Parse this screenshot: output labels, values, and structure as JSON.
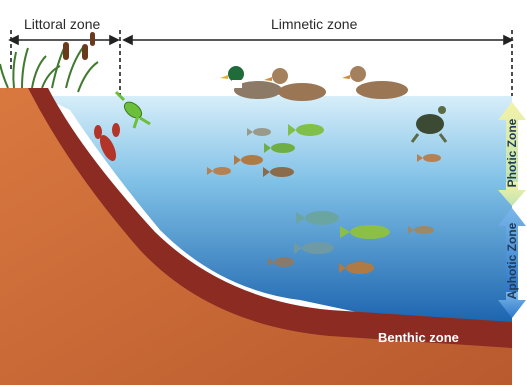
{
  "labels": {
    "littoral": "Littoral zone",
    "limnetic": "Limnetic zone",
    "photic": "Photic Zone",
    "aphotic": "Aphotic Zone",
    "benthic": "Benthic zone"
  },
  "colors": {
    "water_top": "#cfe9f7",
    "water_bottom": "#0e5aa8",
    "soil": "#c86b3a",
    "benthic_band": "#8a2a22",
    "photic_arrow": "#e8e48a",
    "aphotic_arrow": "#4a8fd8"
  },
  "icons": [
    "cattail-reeds",
    "crayfish",
    "frog",
    "mallard-duck",
    "female-duck",
    "turtle",
    "fish"
  ]
}
